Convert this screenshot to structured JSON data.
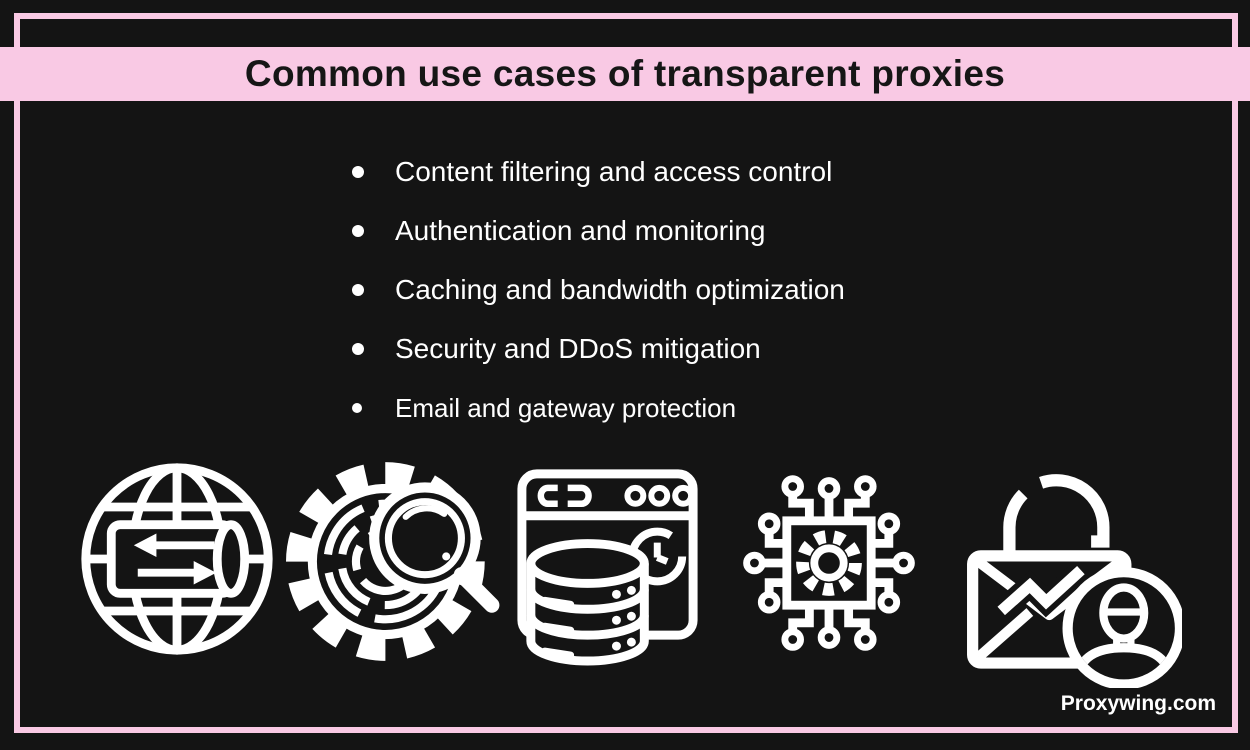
{
  "header": {
    "title": "Common use cases of transparent proxies"
  },
  "use_cases": {
    "items": [
      "Content filtering and access control",
      "Authentication and monitoring",
      "Caching and bandwidth optimization",
      "Security and DDoS mitigation",
      "Email and gateway protection"
    ]
  },
  "icons": [
    "globe-proxy-arrows-icon",
    "monitoring-gear-magnifier-icon",
    "cache-database-browser-icon",
    "chip-gear-circuit-icon",
    "email-lock-user-icon"
  ],
  "footer": {
    "brand": "Proxywing.com"
  },
  "colors": {
    "background": "#141414",
    "accent_pink": "#F9C9E4",
    "text_white": "#FFFFFF",
    "title_text": "#161616"
  }
}
